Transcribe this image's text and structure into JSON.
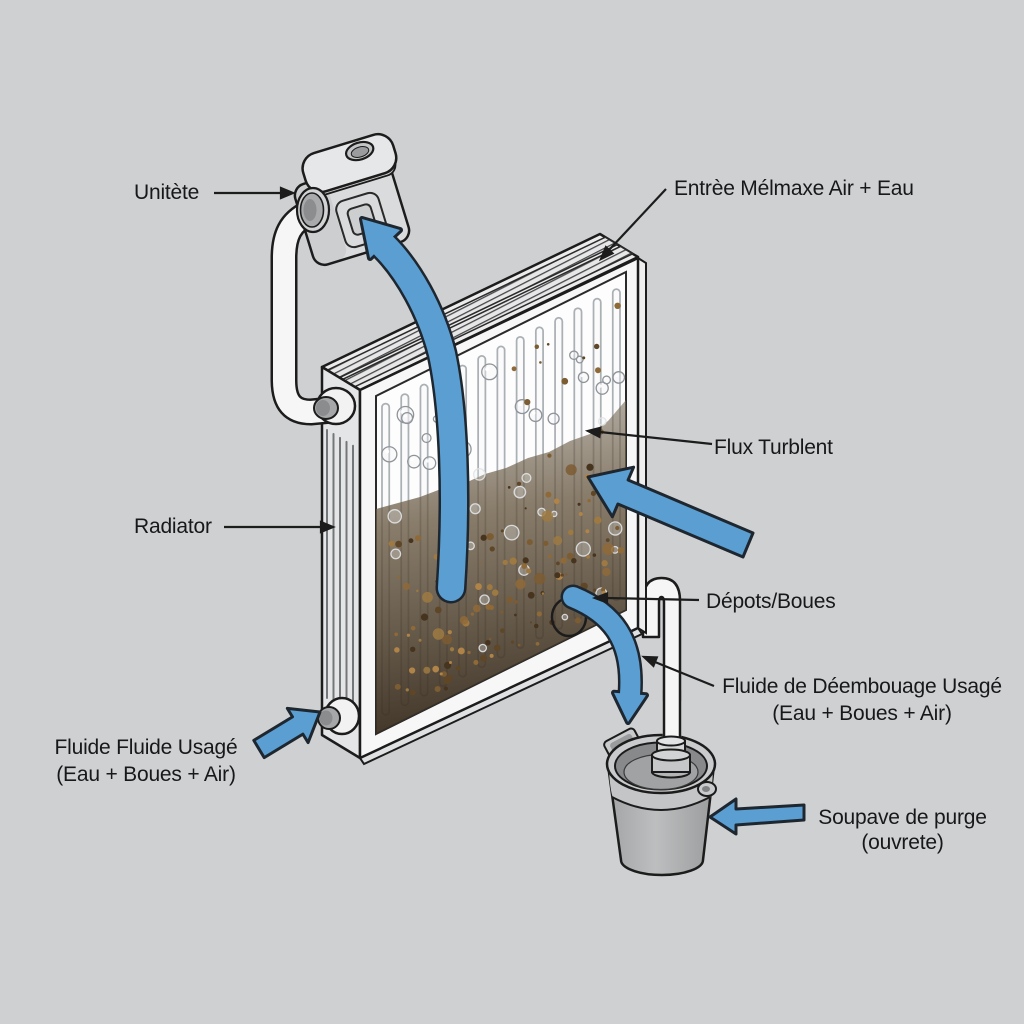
{
  "title": "Radiator desludging (désembouage) diagram",
  "labels": {
    "unit": "Unitète",
    "inlet": "Entrèe Mélmaxe Air + Eau",
    "flux": "Flux Turblent",
    "radiator": "Radiator",
    "deposits": "Dépots/Boues",
    "used_fluid_right_1": "Fluide de Déembouage Usagé",
    "used_fluid_right_2": "(Eau + Boues + Air)",
    "used_fluid_left_1": "Fluide Fluide Usagé",
    "used_fluid_left_2": "(Eau + Boues + Air)",
    "purge_1": "Soupave de purge",
    "purge_2": "(ouvrete)"
  },
  "colors": {
    "background": "#cfd0d1",
    "arrow_blue": "#5b9fd2",
    "arrow_outline": "#1e2730",
    "line_black": "#1c1c1c",
    "radiator_white": "#f7f7f8",
    "sludge_dark": "#3a2e20",
    "bucket_gray": "#b0b2b3"
  }
}
